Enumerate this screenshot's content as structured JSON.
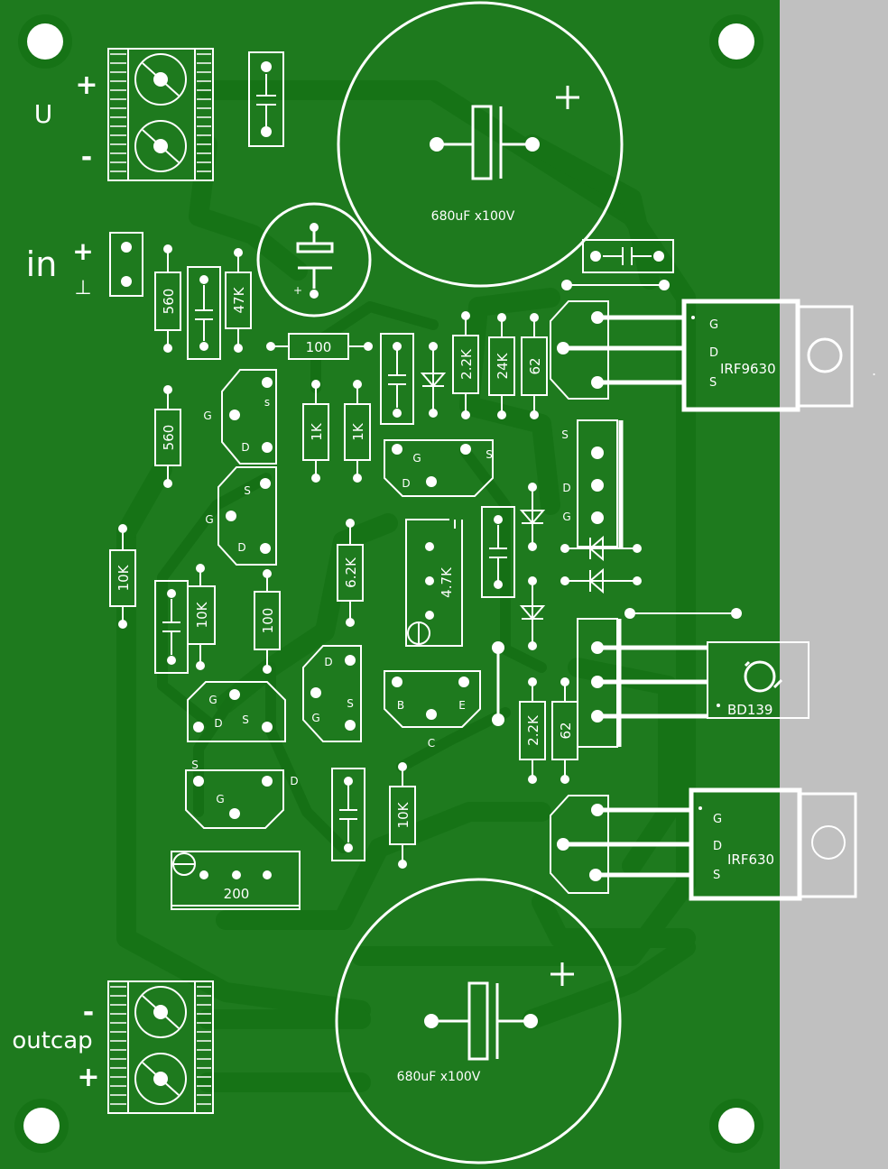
{
  "colors": {
    "board": "#1e7a1e",
    "board_edge": "#c0c0c0",
    "trace": "#157015",
    "silk": "#ffffff"
  },
  "connectors": {
    "power": {
      "label": "U",
      "plus": "+",
      "minus": "-"
    },
    "input": {
      "label": "in",
      "plus": "+",
      "ground": "⊥"
    },
    "output": {
      "label": "outcap",
      "plus": "+",
      "minus": "-"
    }
  },
  "capacitors": {
    "top_big": {
      "value": "680uF x100V",
      "polarity": "+"
    },
    "bottom_big": {
      "value": "680uF x100V",
      "polarity": "+"
    },
    "small_elec": {
      "polarity": "+"
    }
  },
  "resistors": {
    "r560a": "560",
    "r47k": "47K",
    "r560b": "560",
    "r100h": "100",
    "r2k2a": "2.2K",
    "r24k": "24K",
    "r62a": "62",
    "r1ka": "1K",
    "r1kb": "1K",
    "r10ka": "10K",
    "r10kb": "10K",
    "r100v": "100",
    "r6k2": "6.2K",
    "r2k2b": "2.2K",
    "r62b": "62",
    "r10kc": "10K"
  },
  "trimmers": {
    "t47k": "4.7K",
    "t200": "200"
  },
  "transistors": {
    "irf9630": {
      "name": "IRF9630",
      "g": "G",
      "d": "D",
      "s": "S"
    },
    "bd139": {
      "name": "BD139"
    },
    "irf630": {
      "name": "IRF630",
      "g": "G",
      "d": "D",
      "s": "S"
    },
    "to92_1": {
      "g": "G",
      "s": "s",
      "d": "D"
    },
    "to92_2": {
      "g": "G",
      "s": "S",
      "d": "D"
    },
    "to92_3": {
      "g": "G",
      "s": "S",
      "d": "D"
    },
    "to92_4": {
      "g": "G",
      "s": "S",
      "d": "D"
    },
    "to92_5": {
      "g": "G",
      "s": "S",
      "d": "D"
    },
    "to92_6": {
      "g": "G",
      "s": "S",
      "d": "D"
    },
    "to92_7": {
      "b": "B",
      "e": "E",
      "c": "C"
    },
    "fet_right": {
      "s": "S",
      "d": "D",
      "g": "G"
    },
    "dot": "."
  }
}
